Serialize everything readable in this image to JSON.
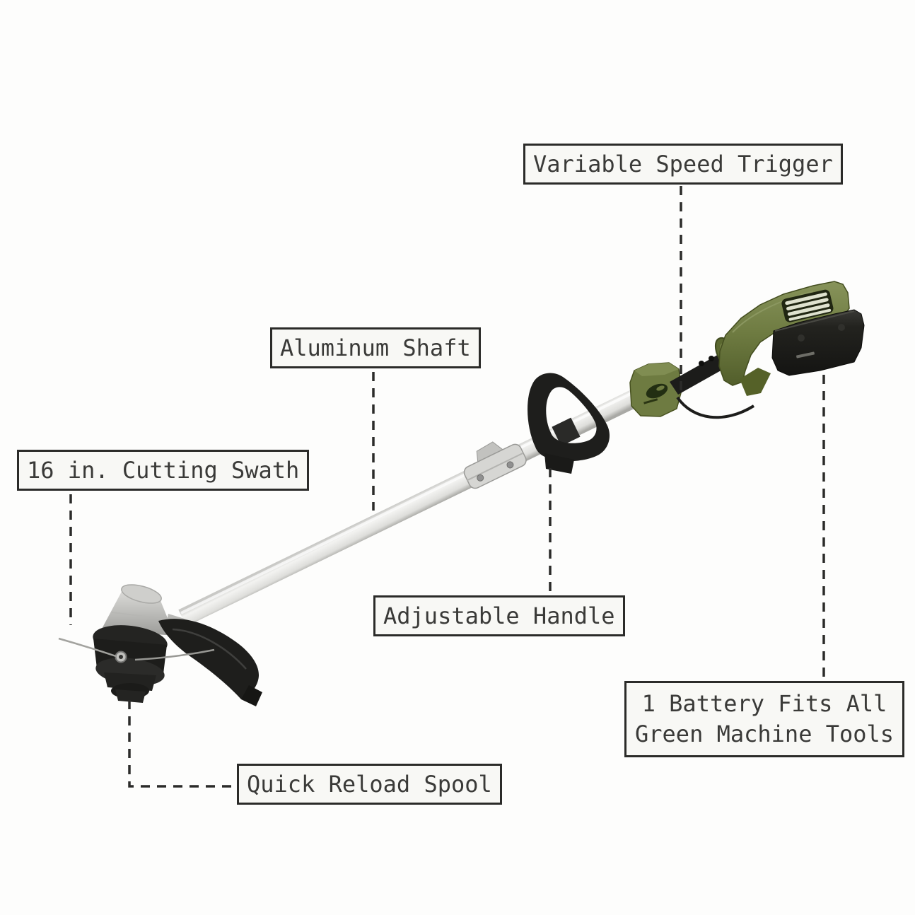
{
  "title": "Cordless string trimmer feature callout diagram",
  "product": {
    "name": "green-machine-string-trimmer"
  },
  "colors": {
    "page_bg": "#fdfdfc",
    "label_bg": "#f8f8f5",
    "label_border": "#2b2b29",
    "label_text": "#3a3a38",
    "leader_line": "#2b2b29",
    "green_body": "#6e7b41",
    "black_part": "#1e1e1c"
  },
  "labels": {
    "variable_speed_trigger": "Variable Speed Trigger",
    "aluminum_shaft": "Aluminum Shaft",
    "cutting_swath": "16 in. Cutting Swath",
    "adjustable_handle": "Adjustable Handle",
    "battery_line1": "1 Battery Fits All",
    "battery_line2": "Green Machine Tools",
    "quick_reload_spool": "Quick Reload Spool"
  }
}
